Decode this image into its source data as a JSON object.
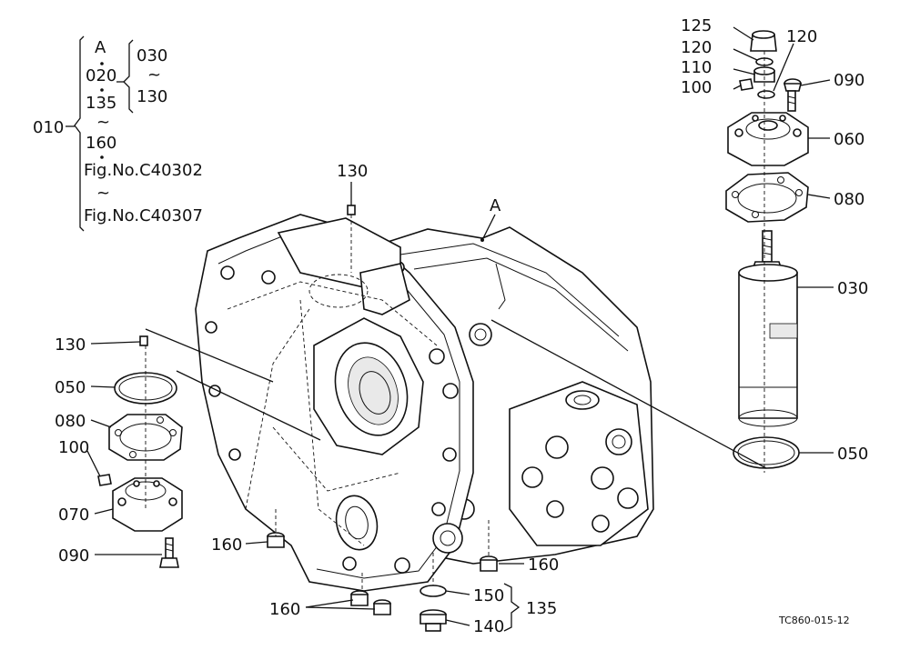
{
  "diagram": {
    "reference_code": "TC860-015-12",
    "assembly_key": {
      "main": "010",
      "lines": [
        "A",
        "020",
        "135",
        "~",
        "160",
        "Fig.No.C40302",
        "~",
        "Fig.No.C40307"
      ],
      "sub": [
        "030",
        "~",
        "130"
      ]
    },
    "labels": {
      "p125": "125",
      "p120a": "120",
      "p120b": "120",
      "p110": "110",
      "p100r": "100",
      "p090r": "090",
      "p060": "060",
      "p080r": "080",
      "p030": "030",
      "p050r": "050",
      "p130t": "130",
      "pA": "A",
      "p130l": "130",
      "p050l": "050",
      "p080l": "080",
      "p100l": "100",
      "p070": "070",
      "p090l": "090",
      "p160a": "160",
      "p160b": "160",
      "p160c": "160",
      "p150": "150",
      "p140": "140",
      "p135": "135"
    }
  }
}
